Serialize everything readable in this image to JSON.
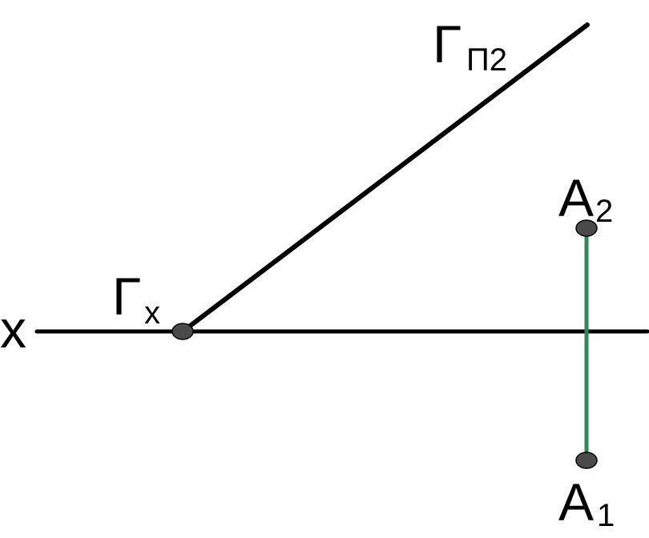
{
  "colors": {
    "background": "#ffffff",
    "line": "#000000",
    "projection_line": "#2e8b57",
    "point_fill": "#4a4a4a",
    "point_stroke": "#000000"
  },
  "labels": {
    "axis_x": "x",
    "trace_p2_main": "Γ",
    "trace_p2_sub": "П2",
    "trace_x_main": "Γ",
    "trace_x_sub": "x",
    "point_a2_main": "A",
    "point_a2_sub": "2",
    "point_a1_main": "A",
    "point_a1_sub": "1"
  }
}
